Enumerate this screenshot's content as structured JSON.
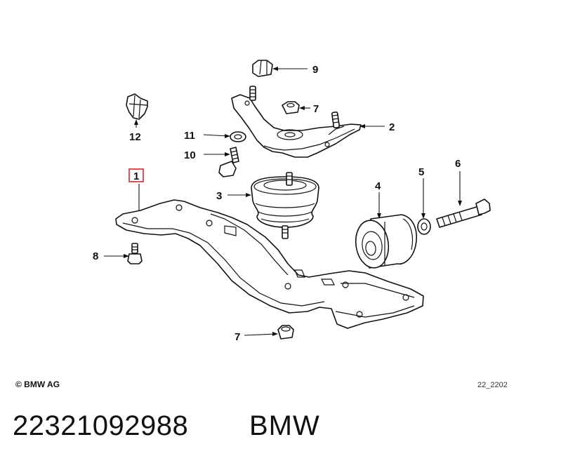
{
  "diagram": {
    "callouts": {
      "c1": "1",
      "c2": "2",
      "c3": "3",
      "c4": "4",
      "c5": "5",
      "c6": "6",
      "c7a": "7",
      "c7b": "7",
      "c8": "8",
      "c9": "9",
      "c10": "10",
      "c11": "11",
      "c12": "12"
    },
    "highlighted_callout": "1",
    "highlight_color": "#d9262b",
    "copyright": "© BMW AG",
    "reference_code": "22_2202"
  },
  "caption": {
    "part_number": "22321092988",
    "brand": "BMW"
  }
}
